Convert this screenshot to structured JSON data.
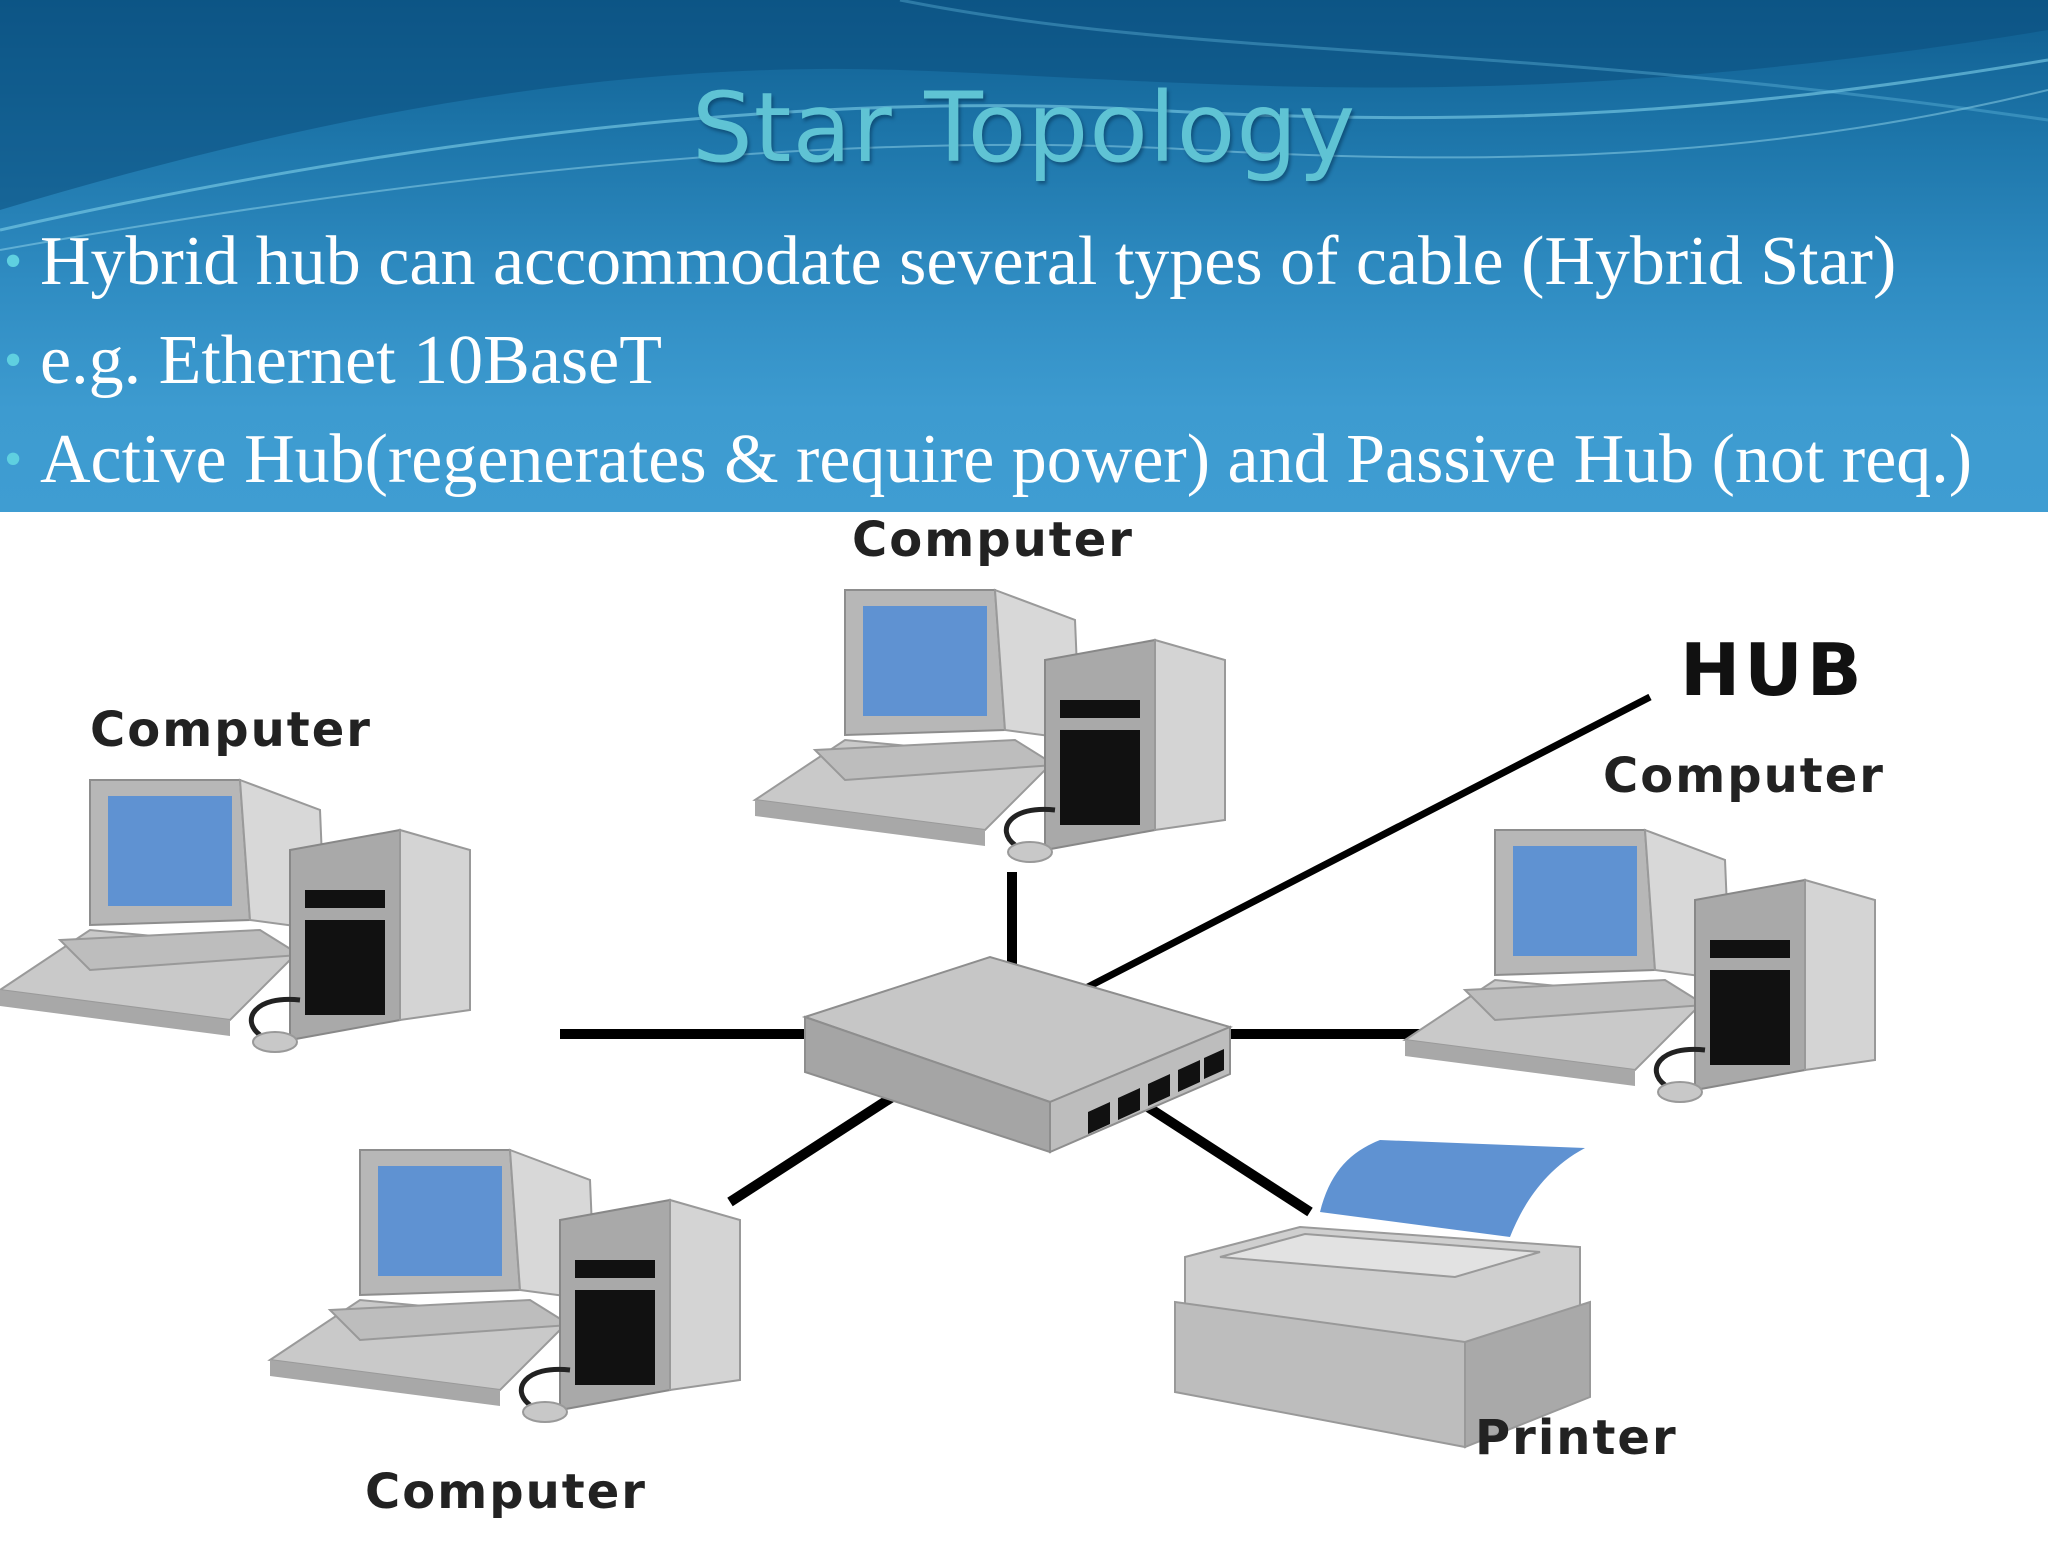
{
  "slide": {
    "title": "Star Topology",
    "bullets": [
      "Hybrid hub can accommodate several types of cable (Hybrid Star)",
      "e.g. Ethernet 10BaseT",
      "Active Hub(regenerates & require power) and Passive Hub (not req.)"
    ]
  },
  "diagram": {
    "labels": {
      "computer_top": "Computer",
      "computer_left": "Computer",
      "computer_right": "Computer",
      "computer_bottom": "Computer",
      "hub": "HUB",
      "printer": "Printer"
    }
  },
  "colors": {
    "header_dark": "#0f5d8f",
    "header_light": "#3f9dd2",
    "title": "#5fc3d4",
    "screen": "#5f92d2",
    "device_gray": "#b8b8b8"
  }
}
